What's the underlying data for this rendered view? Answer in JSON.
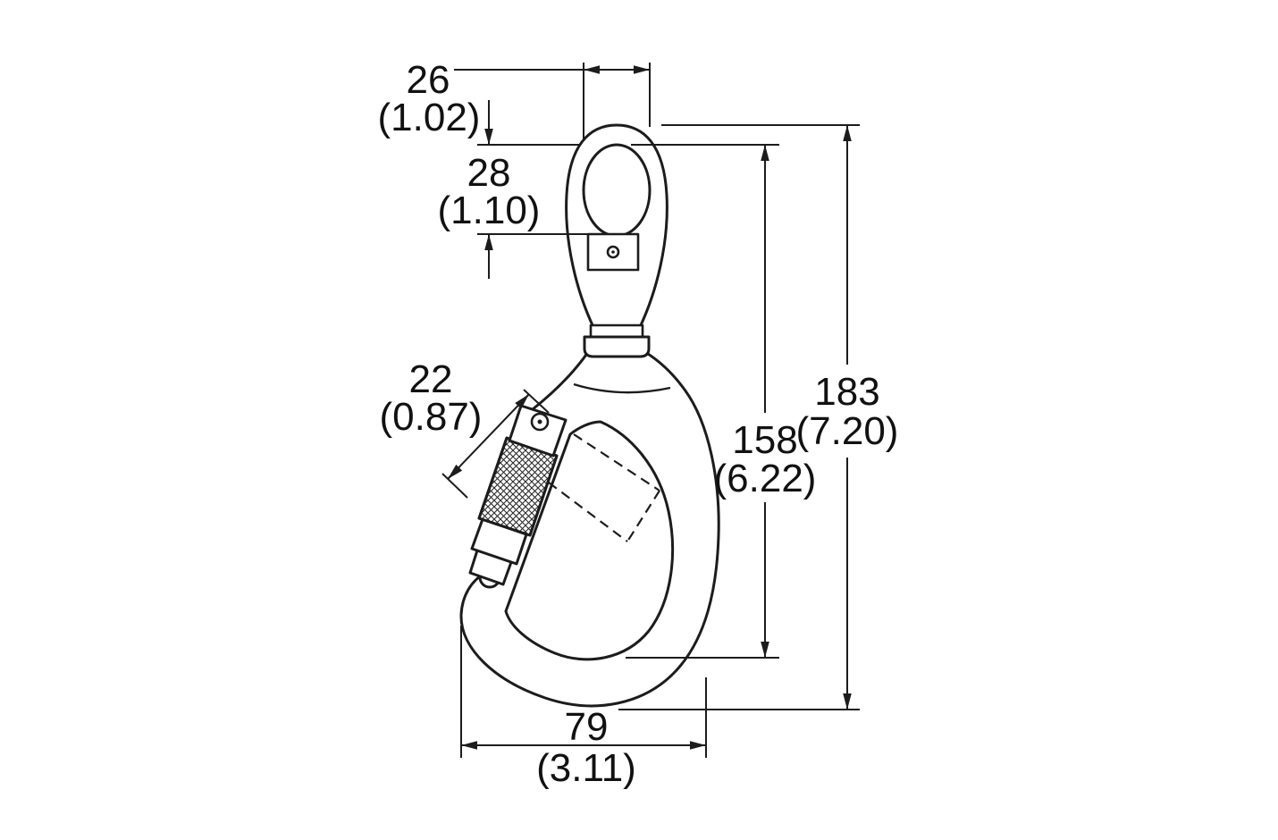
{
  "dimensions": {
    "eye_width": {
      "mm": "26",
      "inch": "(1.02)"
    },
    "eye_opening": {
      "mm": "28",
      "inch": "(1.10)"
    },
    "gate_opening": {
      "mm": "22",
      "inch": "(0.87)"
    },
    "hook_depth": {
      "mm": "158",
      "inch": "(6.22)"
    },
    "overall_length": {
      "mm": "183",
      "inch": "(7.20)"
    },
    "hook_width": {
      "mm": "79",
      "inch": "(3.11)"
    }
  }
}
